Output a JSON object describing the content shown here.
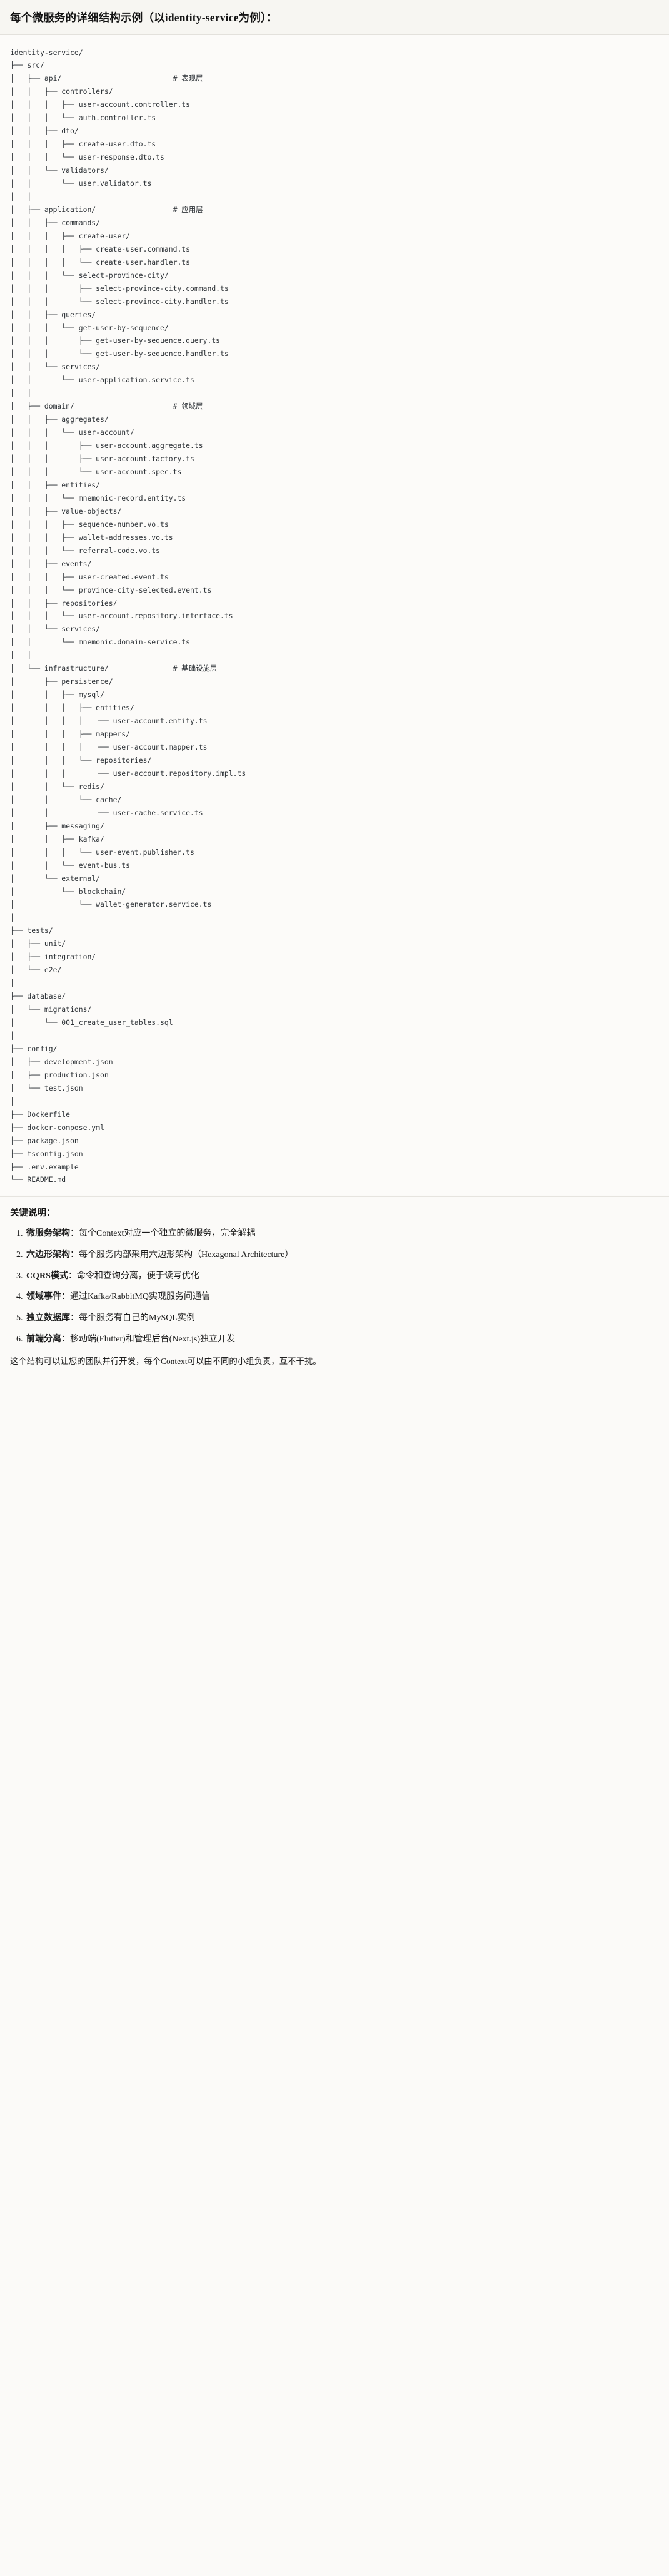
{
  "header": {
    "title": "每个微服务的详细结构示例（以identity-service为例）："
  },
  "tree": {
    "root": "identity-service/",
    "text": "identity-service/\n├── src/\n│   ├── api/                          # 表现层\n│   │   ├── controllers/\n│   │   │   ├── user-account.controller.ts\n│   │   │   └── auth.controller.ts\n│   │   ├── dto/\n│   │   │   ├── create-user.dto.ts\n│   │   │   └── user-response.dto.ts\n│   │   └── validators/\n│   │       └── user.validator.ts\n│   │\n│   ├── application/                  # 应用层\n│   │   ├── commands/\n│   │   │   ├── create-user/\n│   │   │   │   ├── create-user.command.ts\n│   │   │   │   └── create-user.handler.ts\n│   │   │   └── select-province-city/\n│   │   │       ├── select-province-city.command.ts\n│   │   │       └── select-province-city.handler.ts\n│   │   ├── queries/\n│   │   │   └── get-user-by-sequence/\n│   │   │       ├── get-user-by-sequence.query.ts\n│   │   │       └── get-user-by-sequence.handler.ts\n│   │   └── services/\n│   │       └── user-application.service.ts\n│   │\n│   ├── domain/                       # 领域层\n│   │   ├── aggregates/\n│   │   │   └── user-account/\n│   │   │       ├── user-account.aggregate.ts\n│   │   │       ├── user-account.factory.ts\n│   │   │       └── user-account.spec.ts\n│   │   ├── entities/\n│   │   │   └── mnemonic-record.entity.ts\n│   │   ├── value-objects/\n│   │   │   ├── sequence-number.vo.ts\n│   │   │   ├── wallet-addresses.vo.ts\n│   │   │   └── referral-code.vo.ts\n│   │   ├── events/\n│   │   │   ├── user-created.event.ts\n│   │   │   └── province-city-selected.event.ts\n│   │   ├── repositories/\n│   │   │   └── user-account.repository.interface.ts\n│   │   └── services/\n│   │       └── mnemonic.domain-service.ts\n│   │\n│   └── infrastructure/               # 基础设施层\n│       ├── persistence/\n│       │   ├── mysql/\n│       │   │   ├── entities/\n│       │   │   │   └── user-account.entity.ts\n│       │   │   ├── mappers/\n│       │   │   │   └── user-account.mapper.ts\n│       │   │   └── repositories/\n│       │   │       └── user-account.repository.impl.ts\n│       │   └── redis/\n│       │       └── cache/\n│       │           └── user-cache.service.ts\n│       ├── messaging/\n│       │   ├── kafka/\n│       │   │   └── user-event.publisher.ts\n│       │   └── event-bus.ts\n│       └── external/\n│           └── blockchain/\n│               └── wallet-generator.service.ts\n│\n├── tests/\n│   ├── unit/\n│   ├── integration/\n│   └── e2e/\n│\n├── database/\n│   └── migrations/\n│       └── 001_create_user_tables.sql\n│\n├── config/\n│   ├── development.json\n│   ├── production.json\n│   └── test.json\n│\n├── Dockerfile\n├── docker-compose.yml\n├── package.json\n├── tsconfig.json\n├── .env.example\n└── README.md"
  },
  "notes": {
    "title": "关键说明：",
    "items": [
      {
        "term": "微服务架构",
        "separator": "：",
        "desc": "每个Context对应一个独立的微服务，完全解耦"
      },
      {
        "term": "六边形架构",
        "separator": "：",
        "desc": "每个服务内部采用六边形架构（Hexagonal Architecture）"
      },
      {
        "term": "CQRS模式",
        "separator": "：",
        "desc": "命令和查询分离，便于读写优化"
      },
      {
        "term": "领域事件",
        "separator": "：",
        "desc": "通过Kafka/RabbitMQ实现服务间通信"
      },
      {
        "term": "独立数据库",
        "separator": "：",
        "desc": "每个服务有自己的MySQL实例"
      },
      {
        "term": "前端分离",
        "separator": "：",
        "desc": "移动端(Flutter)和管理后台(Next.js)独立开发"
      }
    ],
    "closing": "这个结构可以让您的团队并行开发，每个Context可以由不同的小组负责，互不干扰。"
  }
}
